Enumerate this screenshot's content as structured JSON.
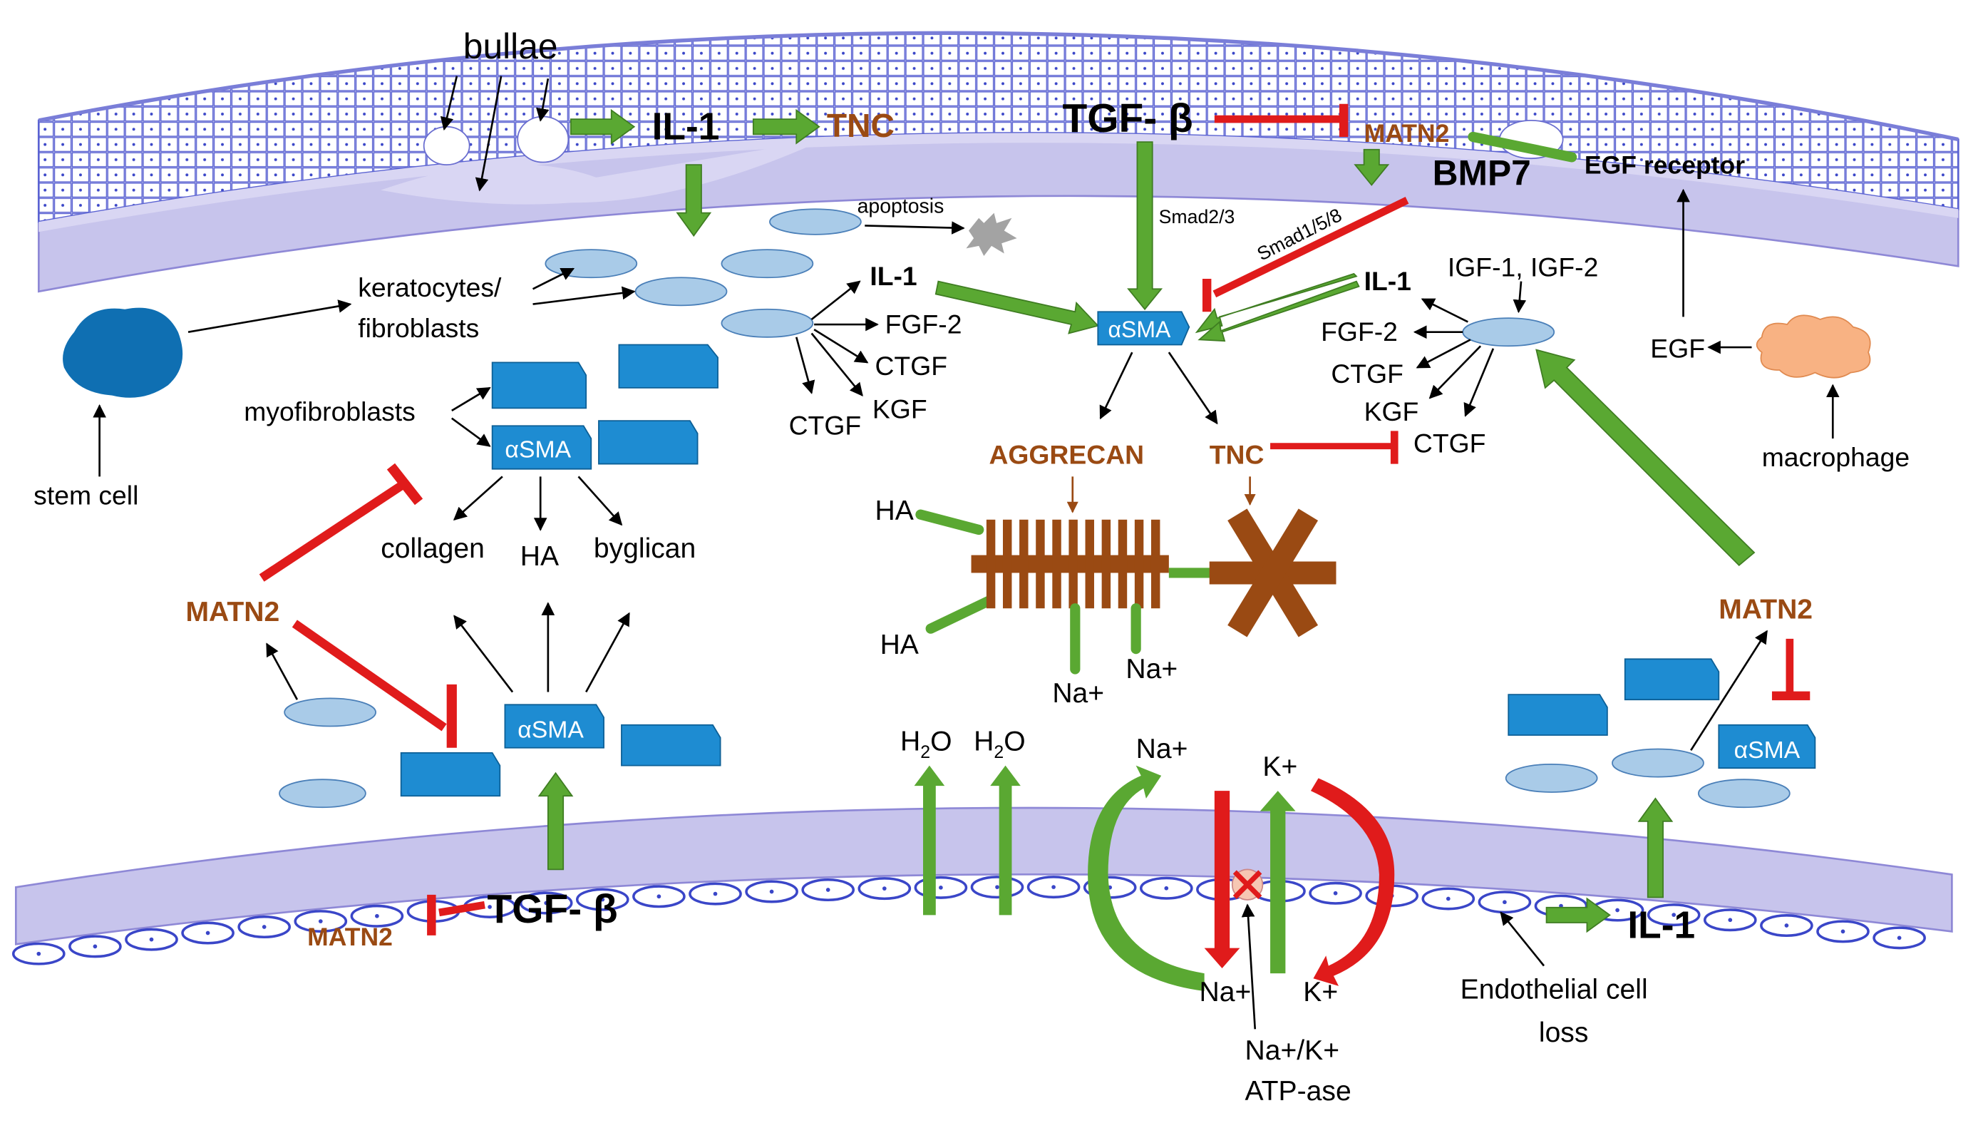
{
  "labels": {
    "bullae": "bullae",
    "il1_top": "IL-1",
    "tnc_top": "TNC",
    "tgfb_top": "TGF- β",
    "matn2_top": "MATN2",
    "bmp7": "BMP7",
    "egf_receptor": "EGF receptor",
    "smad23": "Smad2/3",
    "smad158": "Smad1/5/8",
    "apoptosis": "apoptosis",
    "keratocytes_line1": "keratocytes/",
    "keratocytes_line2": "fibroblasts",
    "stem_cell": "stem cell",
    "myofibroblasts": "myofibroblasts",
    "asma_left_top": "αSMA",
    "collagen": "collagen",
    "ha_left": "HA",
    "byglican": "byglican",
    "matn2_left": "MATN2",
    "asma_left_bottom": "αSMA",
    "tgfb_bottom": "TGF- β",
    "matn2_bottom": "MATN2",
    "il1_mid": "IL-1",
    "fgf2_mid": "FGF-2",
    "ctgf_mid1": "CTGF",
    "kgf_mid": "KGF",
    "ctgf_mid2": "CTGF",
    "asma_center": "αSMA",
    "il1_right": "IL-1",
    "igf": "IGF-1, IGF-2",
    "fgf2_right": "FGF-2",
    "ctgf_right1": "CTGF",
    "kgf_right": "KGF",
    "ctgf_right2": "CTGF",
    "egf": "EGF",
    "macrophage": "macrophage",
    "aggrecan": "AGGRECAN",
    "tnc_mid": "TNC",
    "ha_top": "HA",
    "ha_bottom": "HA",
    "na_left": "Na+",
    "na_right": "Na+",
    "h2o_1": "H",
    "h2o_1_sub": "2",
    "h2o_1_end": "O",
    "h2o_2": "H",
    "h2o_2_sub": "2",
    "h2o_2_end": "O",
    "pump_na_top": "Na+",
    "pump_k_top": "K+",
    "pump_na_bottom": "Na+",
    "pump_k_bottom": "K+",
    "atpase_line1": "Na+/K+",
    "atpase_line2": "ATP-ase",
    "matn2_right": "MATN2",
    "asma_right": "αSMA",
    "il1_bottom": "IL-1",
    "endothelial_line1": "Endothelial cell",
    "endothelial_line2": "loss"
  },
  "colors": {
    "green_arrow": "#5aa832",
    "inhibition": "#e01b1b",
    "brown": "#9a4a13",
    "myofibroblast": "#1e8cd2",
    "keratocyte": "#a9cbe8",
    "stem_cell": "#0f6fb2",
    "macrophage": "#f8b283",
    "membrane": "#c7c4ec",
    "epithelium_cells": "#3a46c8"
  }
}
